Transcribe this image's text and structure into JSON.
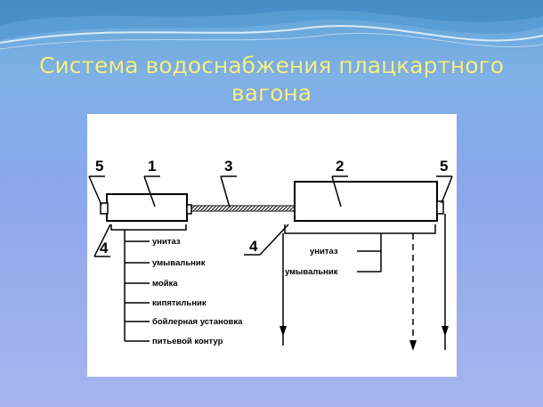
{
  "title": {
    "line1": "Система водоснабжения плацкартного",
    "line2": "вагона"
  },
  "diagram": {
    "numbers": {
      "n5_left": "5",
      "n1": "1",
      "n3": "3",
      "n2": "2",
      "n5_right": "5",
      "n4_left": "4",
      "n4_right": "4"
    },
    "left_consumers": [
      "унитаз",
      "умывальник",
      "мойка",
      "кипятильник",
      "бойлерная установка",
      "питьевой контур"
    ],
    "right_consumers": [
      "унитаз",
      "умывальник"
    ]
  },
  "colors": {
    "title": "#f6f08a",
    "panel": "#ffffff",
    "ink": "#000000"
  }
}
